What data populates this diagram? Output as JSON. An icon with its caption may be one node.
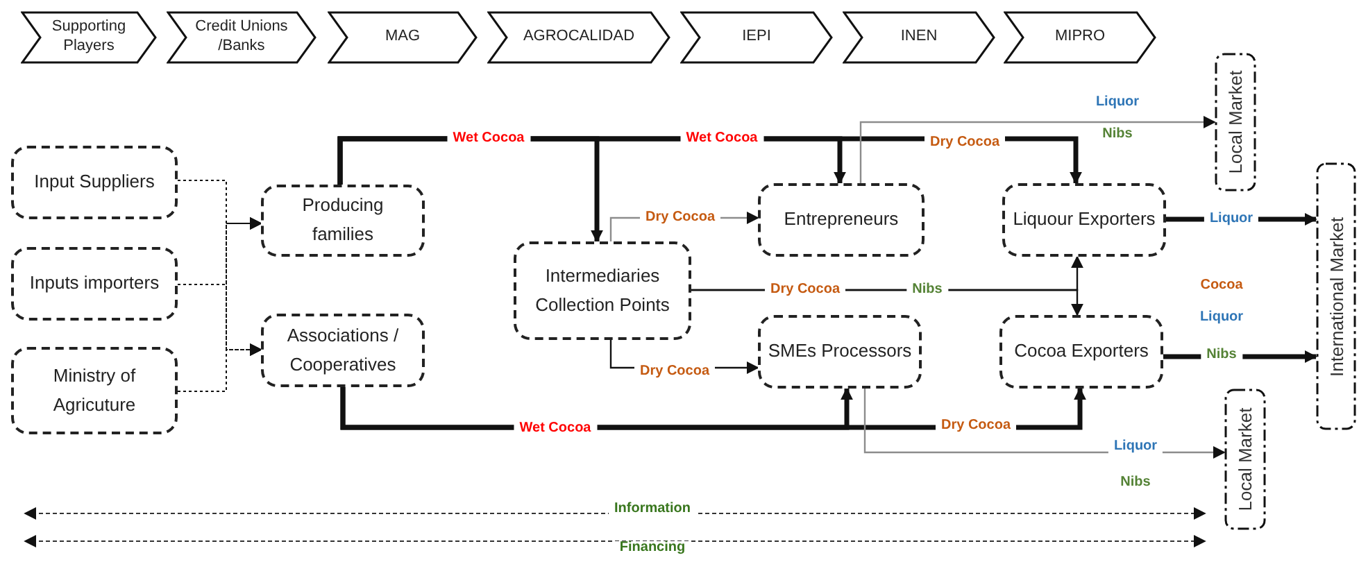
{
  "diagram": {
    "nodes": [
      {
        "text": [
          "Supporting Players"
        ]
      },
      {
        "text": [
          "Credit Unions /Banks"
        ]
      },
      {
        "text": [
          "MAG"
        ]
      },
      {
        "text": [
          "AGROCALIDAD"
        ]
      },
      {
        "text": [
          "IEPI"
        ]
      },
      {
        "text": [
          "INEN"
        ]
      },
      {
        "text": [
          "MIPRO"
        ]
      },
      {
        "text": [
          "Input Suppliers"
        ]
      },
      {
        "text": [
          "Inputs importers"
        ]
      },
      {
        "text": [
          "Ministry of Agricuture"
        ]
      },
      {
        "text": [
          "Producing families"
        ]
      },
      {
        "text": [
          "Associations / Cooperatives"
        ]
      },
      {
        "text": [
          "Intermediaries Collection Points"
        ]
      },
      {
        "text": [
          "Entrepreneurs"
        ]
      },
      {
        "text": [
          "SMEs Processors"
        ]
      },
      {
        "text": [
          "Liquour Exporters"
        ]
      },
      {
        "text": [
          "Cocoa Exporters"
        ]
      },
      {
        "text": [
          "Local Market"
        ]
      },
      {
        "text": [
          "International Market"
        ]
      },
      {
        "text": [
          "Local Market"
        ]
      }
    ],
    "edges": [
      {
        "from": 7,
        "to": 10,
        "arrow": "to",
        "style": "dashed"
      },
      {
        "from": 8,
        "to": 10,
        "arrow": "to",
        "style": "dashed"
      },
      {
        "from": 9,
        "to": 10,
        "arrow": "to",
        "style": "dashed"
      },
      {
        "from": 7,
        "to": 11,
        "arrow": "to",
        "style": "dashed"
      },
      {
        "from": 8,
        "to": 11,
        "arrow": "to",
        "style": "dashed"
      },
      {
        "from": 9,
        "to": 11,
        "arrow": "to",
        "style": "dashed"
      },
      {
        "from": 10,
        "to": 12,
        "arrow": "to",
        "style": "thick",
        "label": "Wet Cocoa"
      },
      {
        "from": 10,
        "to": 13,
        "arrow": "to",
        "style": "thick",
        "label": "Wet Cocoa"
      },
      {
        "from": 10,
        "to": 15,
        "arrow": "to",
        "style": "thick",
        "label": "Dry Cocoa"
      },
      {
        "from": 12,
        "to": 13,
        "arrow": "to",
        "label": "Dry Cocoa",
        "color": "#8c8c8c"
      },
      {
        "from": 12,
        "to": 14,
        "arrow": "to",
        "label": "Dry Cocoa"
      },
      {
        "from": 12,
        "to": 15,
        "arrow": "to",
        "label": "Dry Cocoa"
      },
      {
        "from": 12,
        "to": 16,
        "arrow": "to",
        "label": "Nibs"
      },
      {
        "from": 13,
        "to": 17,
        "arrow": "to",
        "label": "Liquor",
        "color": "#8c8c8c"
      },
      {
        "from": 11,
        "to": 14,
        "arrow": "to",
        "style": "thick",
        "label": "Wet Cocoa"
      },
      {
        "from": 11,
        "to": 16,
        "arrow": "to",
        "style": "thick",
        "label": "Dry Cocoa"
      },
      {
        "from": 14,
        "to": 19,
        "arrow": "to",
        "label": "Liquor",
        "color": "#8c8c8c"
      },
      {
        "from": 15,
        "to": 18,
        "arrow": "to",
        "style": "thick",
        "label": "Liquor"
      },
      {
        "from": 16,
        "to": 18,
        "arrow": "to",
        "style": "thick",
        "label": "Nibs"
      }
    ],
    "labels": [
      "Nibs",
      "Cocoa",
      "Liquor",
      "Nibs",
      "Information",
      "Financing"
    ]
  }
}
